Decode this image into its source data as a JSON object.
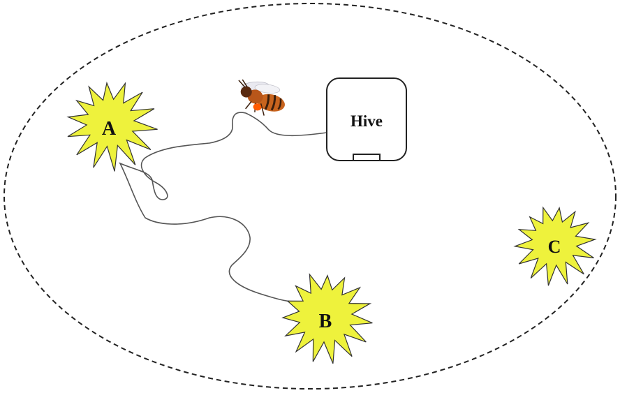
{
  "hive": {
    "label": "Hive"
  },
  "flowers": [
    {
      "id": "a",
      "label": "A"
    },
    {
      "id": "b",
      "label": "B"
    },
    {
      "id": "c",
      "label": "C"
    }
  ],
  "colors": {
    "flower_fill": "#eef23c",
    "outline": "#333333",
    "boundary": "#222222",
    "path": "#555555",
    "bee_body": "#c8641e",
    "bee_stripe": "#3a1e0c",
    "pollen": "#ff5a00"
  },
  "icons": {
    "bee": "bee-icon",
    "hive": "hive-icon",
    "flower": "flower-icon"
  }
}
